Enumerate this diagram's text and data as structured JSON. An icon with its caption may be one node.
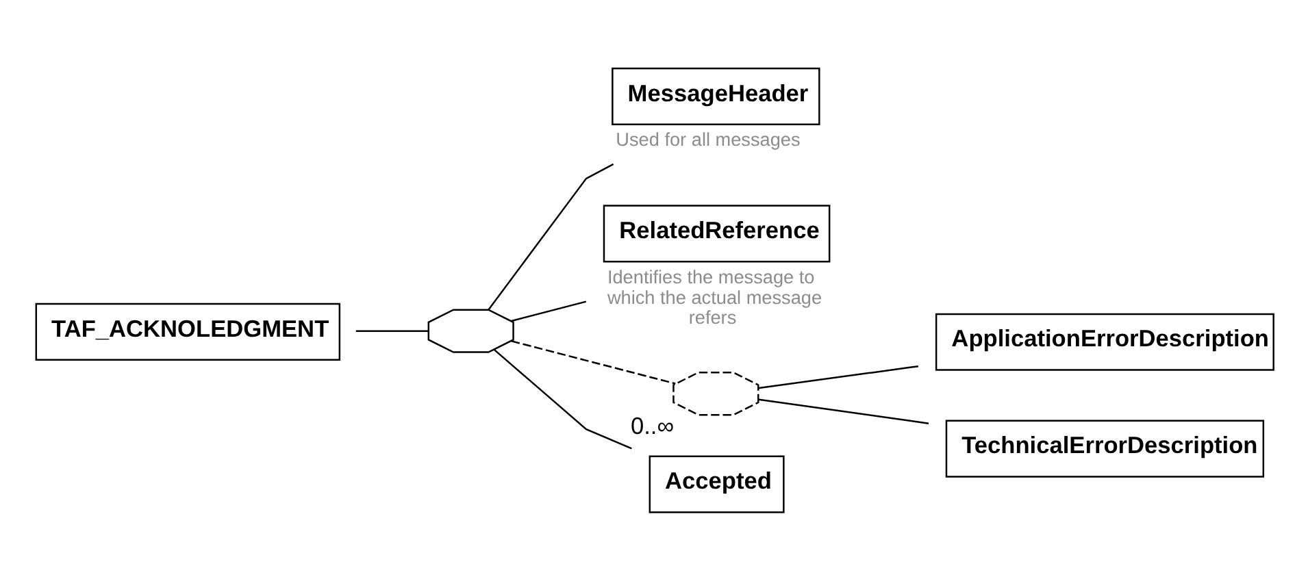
{
  "diagram": {
    "nodes": [
      {
        "text": [
          "TAF_ACKNOLEDGMENT"
        ]
      },
      {
        "text": [],
        "shape": "octagon"
      },
      {
        "text": [
          "MessageHeader"
        ],
        "beside": [
          "Used for all messages"
        ]
      },
      {
        "text": [
          "RelatedReference"
        ],
        "beside": [
          "Identifies the message to which the actual message refers"
        ]
      },
      {
        "text": [],
        "shape": "octagon",
        "beside": [
          "0..∞"
        ]
      },
      {
        "text": [
          "ApplicationErrorDescription"
        ]
      },
      {
        "text": [
          "TechnicalErrorDescription"
        ]
      },
      {
        "text": [
          "Accepted"
        ]
      }
    ],
    "edges": [
      {
        "from": 0,
        "to": 1,
        "arrow": "none"
      },
      {
        "from": 1,
        "to": 2,
        "arrow": "none"
      },
      {
        "from": 1,
        "to": 3,
        "arrow": "none"
      },
      {
        "from": 1,
        "to": 4,
        "arrow": "none",
        "style": "dashed"
      },
      {
        "from": 1,
        "to": 7,
        "arrow": "none"
      },
      {
        "from": 4,
        "to": 5,
        "arrow": "none"
      },
      {
        "from": 4,
        "to": 6,
        "arrow": "none"
      }
    ]
  }
}
